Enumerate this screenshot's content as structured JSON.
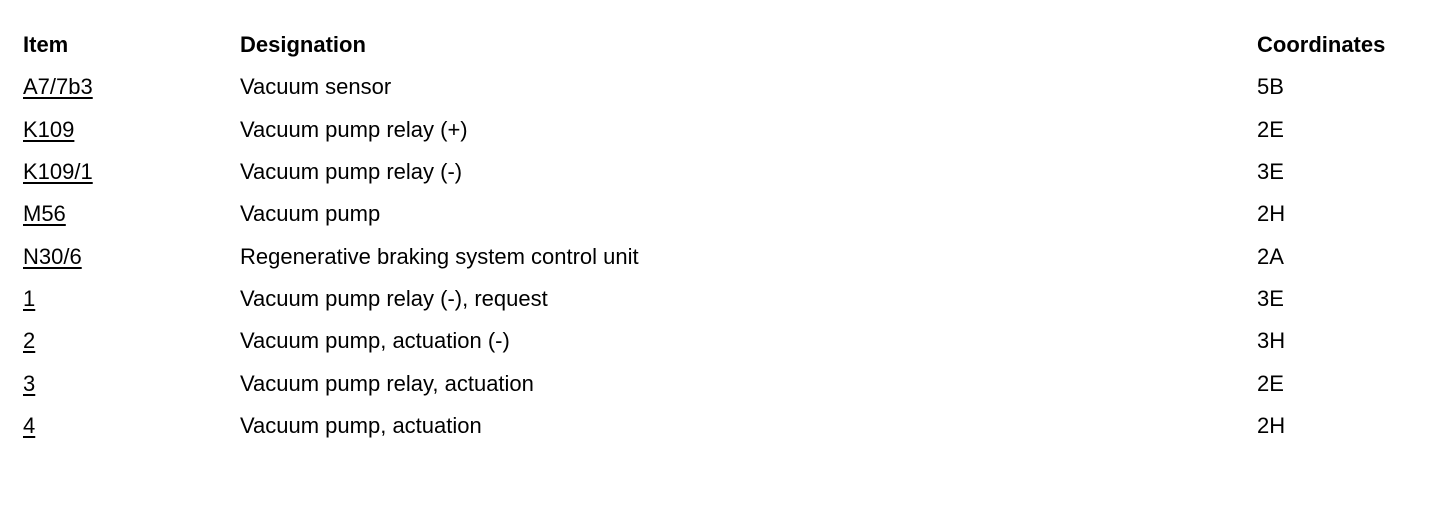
{
  "table": {
    "headers": {
      "item": "Item",
      "designation": "Designation",
      "coordinates": "Coordinates"
    },
    "rows": [
      {
        "item": "A7/7b3",
        "designation": "Vacuum sensor",
        "coordinates": "5B"
      },
      {
        "item": "K109",
        "designation": "Vacuum pump relay (+)",
        "coordinates": "2E"
      },
      {
        "item": "K109/1",
        "designation": "Vacuum pump relay (-)",
        "coordinates": "3E"
      },
      {
        "item": "M56",
        "designation": "Vacuum pump",
        "coordinates": "2H"
      },
      {
        "item": "N30/6",
        "designation": "Regenerative braking system control unit",
        "coordinates": "2A"
      },
      {
        "item": "1",
        "designation": "Vacuum pump relay (-), request",
        "coordinates": "3E"
      },
      {
        "item": "2",
        "designation": "Vacuum pump, actuation (-)",
        "coordinates": "3H"
      },
      {
        "item": "3",
        "designation": "Vacuum pump relay, actuation",
        "coordinates": "2E"
      },
      {
        "item": "4",
        "designation": "Vacuum pump, actuation",
        "coordinates": "2H"
      }
    ]
  }
}
